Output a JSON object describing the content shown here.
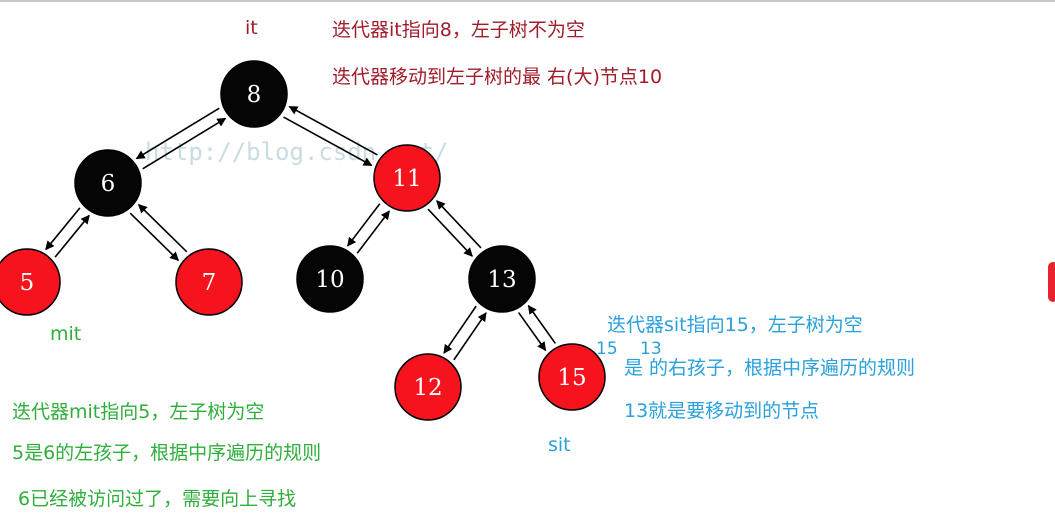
{
  "nodes": [
    {
      "id": "n8",
      "label": "8",
      "color": "black"
    },
    {
      "id": "n6",
      "label": "6",
      "color": "black"
    },
    {
      "id": "n11",
      "label": "11",
      "color": "red"
    },
    {
      "id": "n5",
      "label": "5",
      "color": "red"
    },
    {
      "id": "n7",
      "label": "7",
      "color": "red"
    },
    {
      "id": "n10",
      "label": "10",
      "color": "black"
    },
    {
      "id": "n13",
      "label": "13",
      "color": "black"
    },
    {
      "id": "n12",
      "label": "12",
      "color": "red"
    },
    {
      "id": "n15",
      "label": "15",
      "color": "red"
    }
  ],
  "edges": [
    {
      "from": "n8",
      "to": "n6"
    },
    {
      "from": "n6",
      "to": "n8"
    },
    {
      "from": "n8",
      "to": "n11"
    },
    {
      "from": "n11",
      "to": "n8"
    },
    {
      "from": "n6",
      "to": "n5"
    },
    {
      "from": "n5",
      "to": "n6"
    },
    {
      "from": "n6",
      "to": "n7"
    },
    {
      "from": "n7",
      "to": "n6"
    },
    {
      "from": "n11",
      "to": "n10"
    },
    {
      "from": "n10",
      "to": "n11"
    },
    {
      "from": "n11",
      "to": "n13"
    },
    {
      "from": "n13",
      "to": "n11"
    },
    {
      "from": "n13",
      "to": "n12"
    },
    {
      "from": "n12",
      "to": "n13"
    },
    {
      "from": "n13",
      "to": "n15"
    },
    {
      "from": "n15",
      "to": "n13"
    }
  ],
  "colors": {
    "red": "#f5141e",
    "black": "#050505",
    "maroon": "#a01c2a",
    "green": "#2fae3c",
    "blue": "#2aa0dc"
  },
  "watermark": "http://blog.csdn.net/",
  "iterators": {
    "it": "it",
    "mit": "mit",
    "sit": "sit"
  },
  "notes": {
    "maroon": [
      "迭代器it指向8，左子树不为空",
      "迭代器移动到左子树的最 右(大)节点10"
    ],
    "green": [
      "迭代器mit指向5，左子树为空",
      "5是6的左孩子，根据中序遍历的规则",
      "6已经被访问过了，需要向上寻找"
    ],
    "blue_line1": "迭代器sit指向15，左子树为空",
    "blue_nums": {
      "a": "15",
      "b": "13"
    },
    "blue_line2": "是  的右孩子，根据中序遍历的规则",
    "blue_line3": "13就是要移动到的节点"
  }
}
